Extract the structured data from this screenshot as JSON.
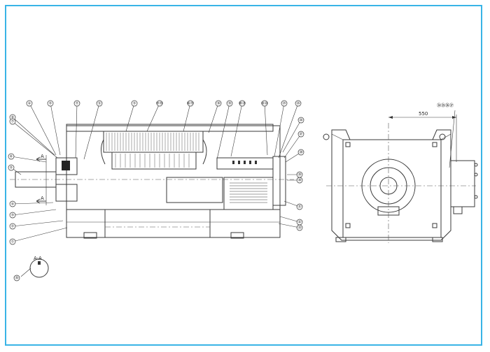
{
  "callouts_top": [
    "④",
    "⑤",
    "⑪",
    "⑫",
    "③",
    "⑭⑮",
    "⑯⑰",
    "⑱",
    "⑲",
    "⑳㉑",
    "㉒㉓",
    "㉔",
    "㉕"
  ],
  "callouts_left": [
    "⑧",
    "⑦",
    "⑥",
    "⑤",
    "④",
    "③",
    "②",
    "①"
  ],
  "callouts_right": [
    "㉖",
    "㉗",
    "㉘",
    "㉙",
    "㉚",
    "㉛",
    "㉜",
    "㉝"
  ],
  "section_arrow_label": "A",
  "section_title": "A-A",
  "section_callout": "㉟",
  "right_view": {
    "dimension": "550",
    "callout": "㉞㉟㊱㊲"
  },
  "colors": {
    "frame": "#39b4e6",
    "lines": "#3a3a3a"
  }
}
